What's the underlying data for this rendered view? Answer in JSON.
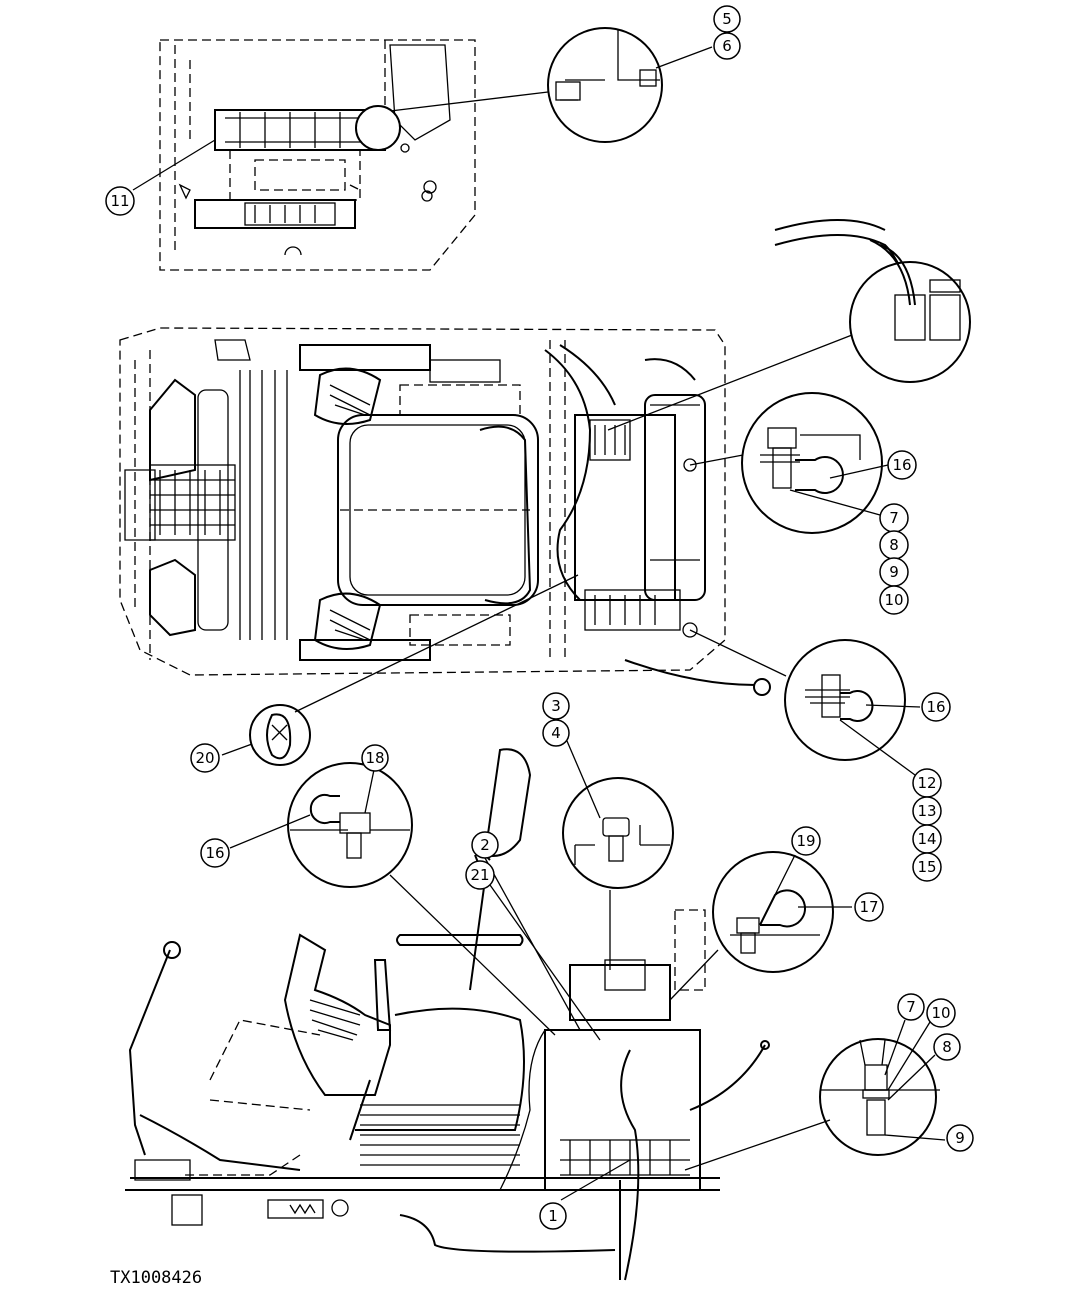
{
  "figure_id": "TX1008426",
  "callouts": {
    "c1": "1",
    "c2": "2",
    "c3": "3",
    "c4": "4",
    "c5": "5",
    "c6": "6",
    "c7a": "7",
    "c7b": "7",
    "c8a": "8",
    "c8b": "8",
    "c9a": "9",
    "c9b": "9",
    "c10a": "10",
    "c10b": "10",
    "c11": "11",
    "c12": "12",
    "c13": "13",
    "c14": "14",
    "c15": "15",
    "c16a": "16",
    "c16b": "16",
    "c16c": "16",
    "c17": "17",
    "c18": "18",
    "c19": "19",
    "c20": "20",
    "c21": "21"
  }
}
